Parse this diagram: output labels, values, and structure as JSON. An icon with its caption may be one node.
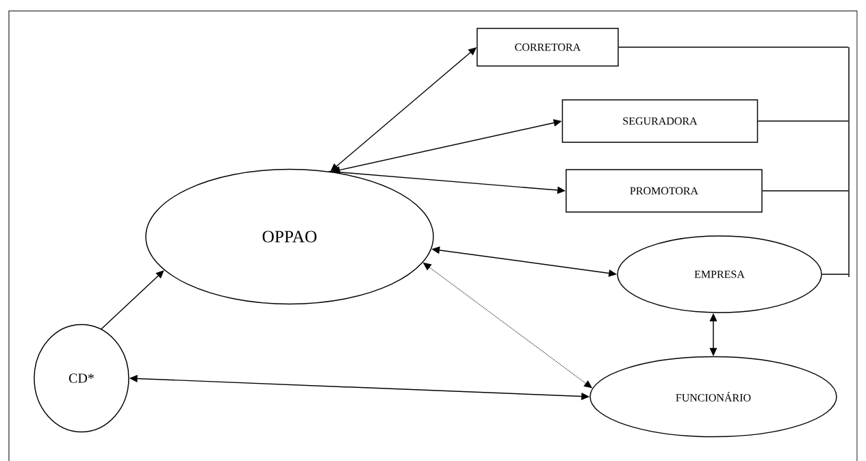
{
  "diagram": {
    "nodes": [
      {
        "text": [
          "CORRETORA"
        ]
      },
      {
        "text": [
          "SEGURADORA"
        ]
      },
      {
        "text": [
          "PROMOTORA"
        ]
      },
      {
        "text": [
          "OPPAO"
        ]
      },
      {
        "text": [
          "EMPRESA"
        ]
      },
      {
        "text": [
          "CD*"
        ]
      },
      {
        "text": [
          "FUNCIONÁRIO"
        ]
      },
      {
        "text": [],
        "shape": "bar"
      }
    ],
    "edges": [
      {
        "from": 3,
        "to": 0,
        "arrow": "both"
      },
      {
        "from": 3,
        "to": 1,
        "arrow": "both"
      },
      {
        "from": 3,
        "to": 2,
        "arrow": "to"
      },
      {
        "from": 3,
        "to": 4,
        "arrow": "both"
      },
      {
        "from": 3,
        "to": 6,
        "arrow": "both",
        "style": "dashed"
      },
      {
        "from": 4,
        "to": 6,
        "arrow": "both"
      },
      {
        "from": 5,
        "to": 3,
        "arrow": "to"
      },
      {
        "from": 5,
        "to": 6,
        "arrow": "both"
      },
      {
        "from": 0,
        "to": 7,
        "arrow": "none"
      },
      {
        "from": 1,
        "to": 7,
        "arrow": "none"
      },
      {
        "from": 2,
        "to": 7,
        "arrow": "none"
      },
      {
        "from": 4,
        "to": 7,
        "arrow": "none"
      }
    ]
  }
}
